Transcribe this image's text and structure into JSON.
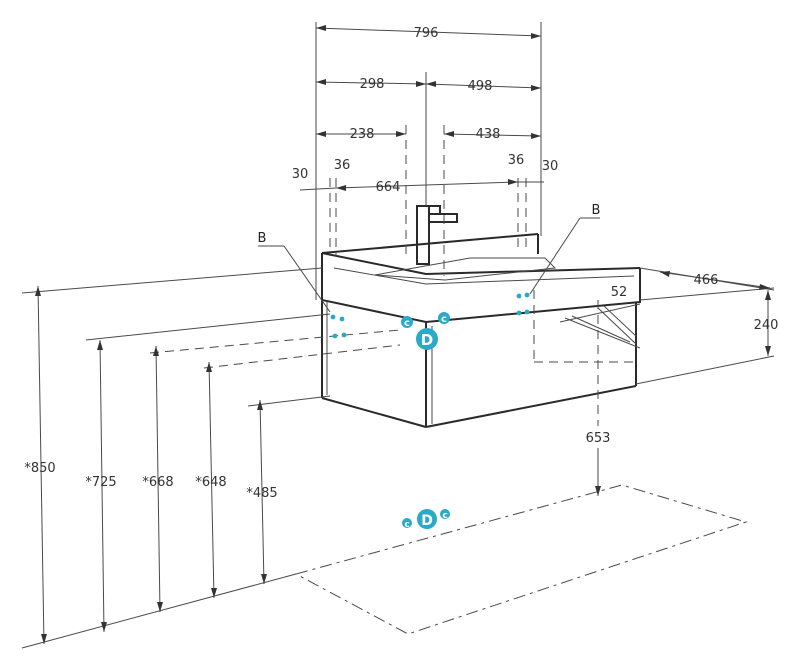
{
  "dimensions": {
    "width_total": "796",
    "left_offset": "298",
    "right_offset": "498",
    "left_inner": "238",
    "right_inner": "438",
    "edge_left": "30",
    "side_left": "36",
    "inner_width": "664",
    "side_right": "36",
    "edge_right": "30",
    "depth": "466",
    "height_body": "240",
    "inset": "52",
    "h_850": "*850",
    "h_725": "*725",
    "h_668": "*668",
    "h_648": "*648",
    "h_485": "*485",
    "drain": "653"
  },
  "labels": {
    "b_left": "B",
    "b_right": "B",
    "c_small": "c",
    "d_large": "D"
  },
  "colors": {
    "marker": "#2aa9c8",
    "line": "#4a4a4a"
  }
}
